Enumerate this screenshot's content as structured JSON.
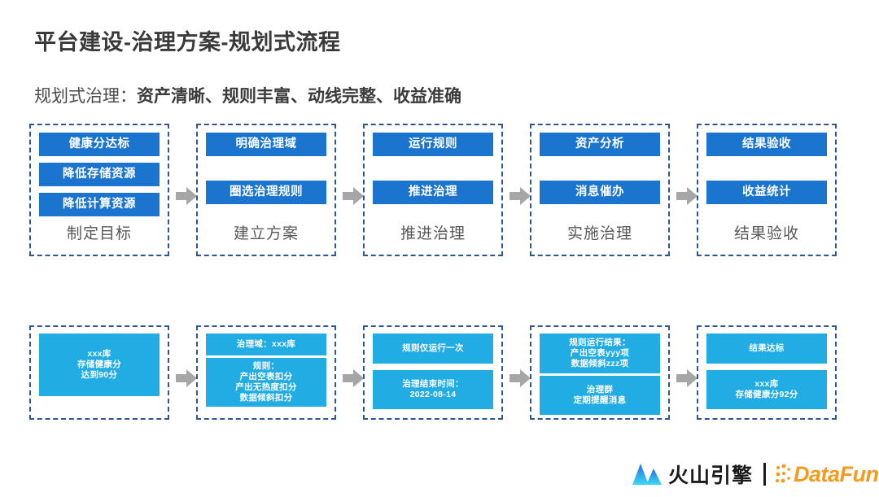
{
  "slide": {
    "title": "平台建设-治理方案-规划式流程",
    "subtitle_lead": "规划式治理：",
    "subtitle_emph": "资产清晰、规则丰富、动线完整、收益准确"
  },
  "colors": {
    "chip_blue": "#1b75cf",
    "chip_cyan": "#22ace4",
    "dashed_border": "#2f5597",
    "arrow_gray": "#a6a6a6",
    "title_gray": "#3a3a3a",
    "brand_orange": "#f59a1e"
  },
  "process_row": {
    "stages": [
      {
        "label": "制定目标",
        "chips": [
          "健康分达标",
          "降低存储资源",
          "降低计算资源"
        ]
      },
      {
        "label": "建立方案",
        "chips": [
          "明确治理域",
          "圈选治理规则"
        ]
      },
      {
        "label": "推进治理",
        "chips": [
          "运行规则",
          "推进治理"
        ]
      },
      {
        "label": "实施治理",
        "chips": [
          "资产分析",
          "消息催办"
        ]
      },
      {
        "label": "结果验收",
        "chips": [
          "结果验收",
          "收益统计"
        ]
      }
    ]
  },
  "example_row": {
    "stages": [
      {
        "cards": [
          {
            "lines": [
              "xxx库",
              "存储健康分",
              "达到90分"
            ]
          }
        ]
      },
      {
        "cards": [
          {
            "lines": [
              "治理域：xxx库"
            ]
          },
          {
            "lines": [
              "规则：",
              "产出空表扣分",
              "产出无热度扣分",
              "数据倾斜扣分"
            ]
          }
        ]
      },
      {
        "cards": [
          {
            "lines": [
              "规则仅运行一次"
            ]
          },
          {
            "lines": [
              "治理结束时间：",
              "2022-08-14"
            ]
          }
        ]
      },
      {
        "cards": [
          {
            "lines": [
              "规则运行结果：",
              "产出空表yyy项",
              "数据倾斜zzz项"
            ]
          },
          {
            "lines": [
              "治理群",
              "定期提醒消息"
            ]
          }
        ]
      },
      {
        "cards": [
          {
            "lines": [
              "结果达标"
            ]
          },
          {
            "lines": [
              "xxx库",
              "存储健康分92分"
            ]
          }
        ]
      }
    ]
  },
  "footer": {
    "volcano_brand": "火山引擎",
    "datafun_brand": "DataFun."
  }
}
